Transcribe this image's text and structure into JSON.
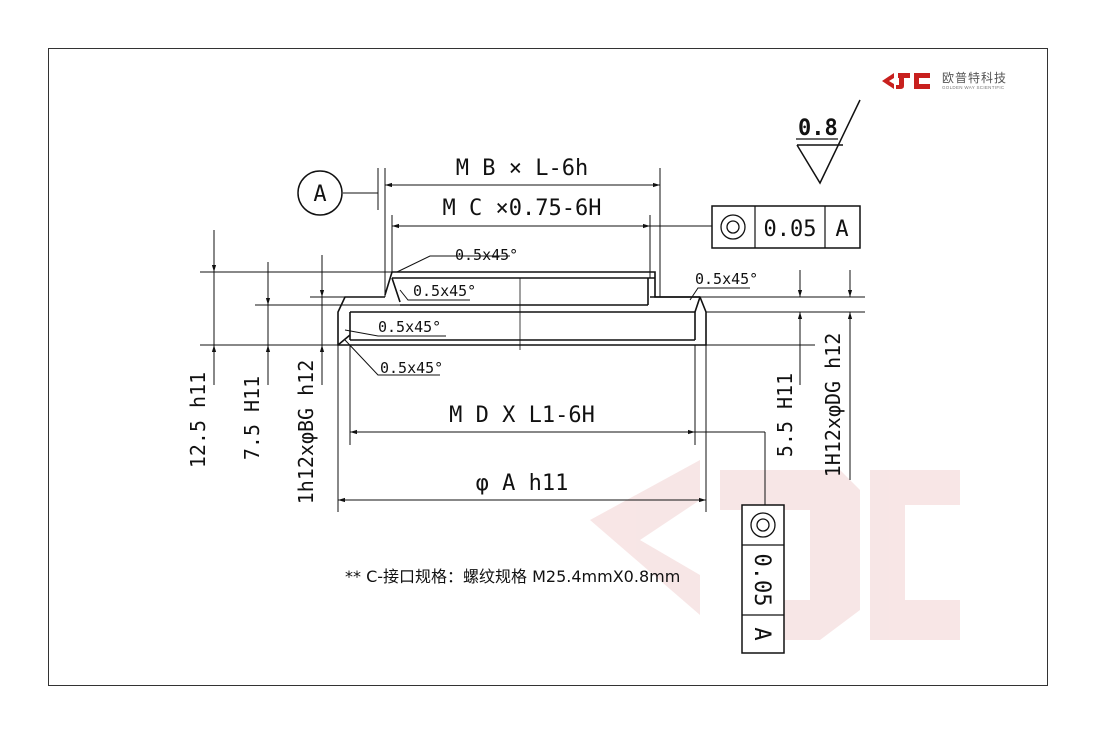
{
  "brand": {
    "name_cn": "欧普特科技",
    "name_en": "GOLDEN WAY SCIENTIFIC",
    "logo_color": "#c8201e"
  },
  "roughness": {
    "value": "0.8"
  },
  "datum": {
    "label": "A"
  },
  "dims": {
    "thread_outer": "M B × L-6h",
    "thread_inner": "M C ×0.75-6H",
    "thread_lower": "M D X L1-6H",
    "diameter_a": "φ A h11",
    "h_12_5": "12.5 h11",
    "h_7_5": "7.5 H11",
    "h_bg": "1h12xφBG h12",
    "h_5_5": "5.5 H11",
    "h_dg": "1H12xφDG h12"
  },
  "chamfers": [
    "0.5x45°",
    "0.5x45°",
    "0.5x45°",
    "0.5x45°",
    "0.5x45°"
  ],
  "fcf_right": {
    "symbol": "concentricity",
    "tolerance": "0.05",
    "datum": "A"
  },
  "fcf_bottom": {
    "symbol": "concentricity",
    "tolerance": "0.05",
    "datum": "A"
  },
  "note": "** C-接口规格：螺纹规格 M25.4mmX0.8mm",
  "colors": {
    "line": "#111111",
    "watermark": "#f3d6d6"
  }
}
